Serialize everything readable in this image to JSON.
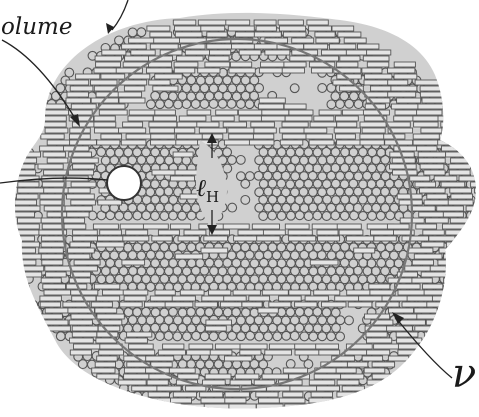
{
  "labels": {
    "volume": "olume",
    "length_symbol": "ℓ",
    "length_subscript": "H",
    "v_symbol": "ν"
  },
  "colors": {
    "blob_fill": "#d0d0d0",
    "particle_stroke": "#555555",
    "circle_stroke": "#777777",
    "hole_fill": "#ffffff"
  }
}
